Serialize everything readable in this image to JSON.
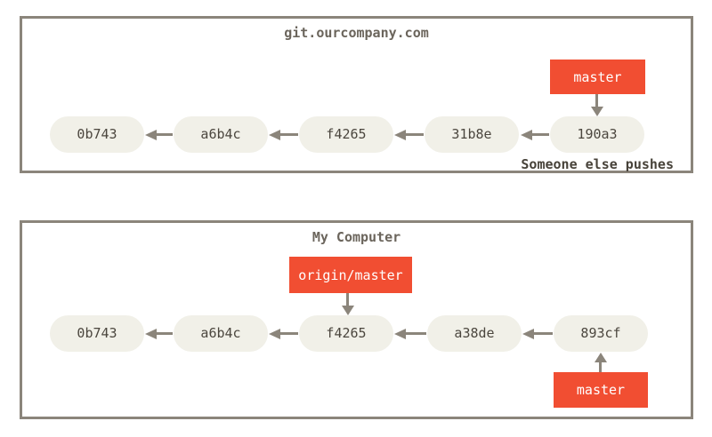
{
  "colors": {
    "background": "#ffffff",
    "box_border": "#8B857B",
    "node_fill": "#F1F0E8",
    "node_text": "#4B463E",
    "arrow": "#8B857B",
    "branch_fill": "#F14E32",
    "branch_text": "#ffffff",
    "title_text": "#6B655C",
    "caption_text": "#474239"
  },
  "remote_repo": {
    "title": "git.ourcompany.com",
    "commits": [
      "0b743",
      "a6b4c",
      "f4265",
      "31b8e",
      "190a3"
    ],
    "branch_label": "master",
    "branch_points_to": "190a3",
    "caption": "Someone else pushes"
  },
  "local_repo": {
    "title": "My Computer",
    "commits": [
      "0b743",
      "a6b4c",
      "f4265",
      "a38de",
      "893cf"
    ],
    "remote_tracking_label": "origin/master",
    "remote_tracking_points_to": "f4265",
    "branch_label": "master",
    "branch_points_to": "893cf"
  }
}
